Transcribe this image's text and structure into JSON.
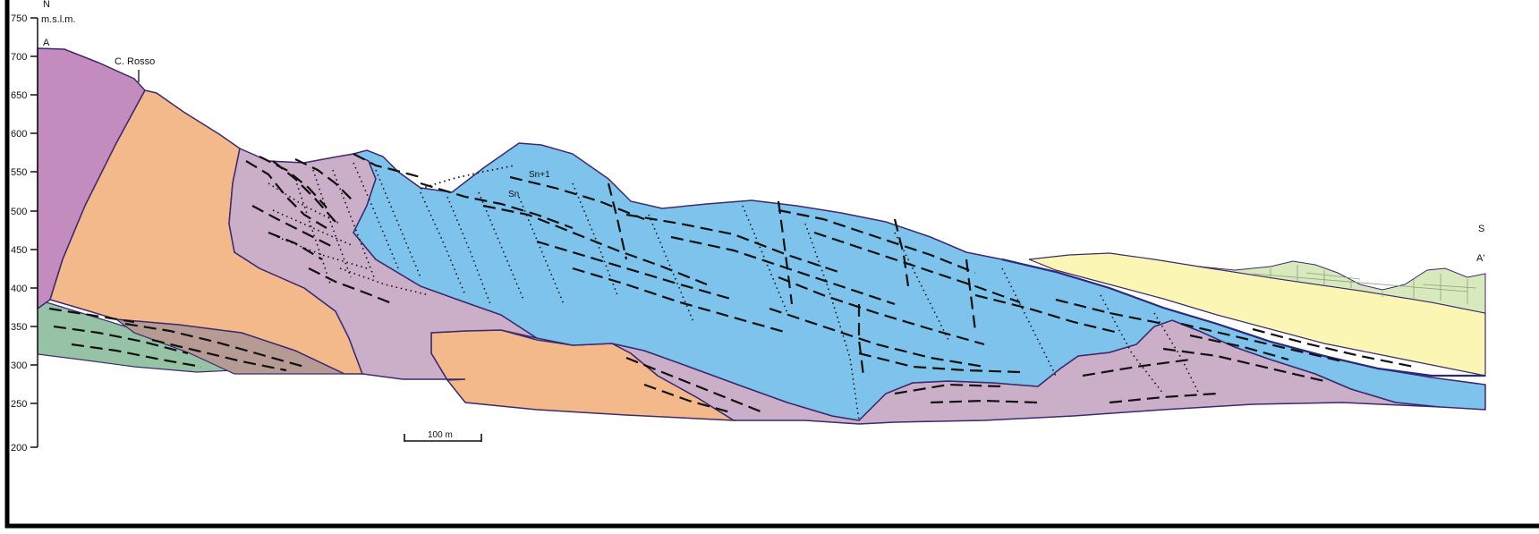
{
  "compass": {
    "north": "N",
    "south": "S"
  },
  "axis": {
    "unit": "m.s.l.m.",
    "ticks": [
      "750",
      "700",
      "650",
      "600",
      "550",
      "500",
      "450",
      "400",
      "350",
      "300",
      "250",
      "200"
    ]
  },
  "section": {
    "start": "A",
    "end": "A'"
  },
  "place_label": "C. Rosso",
  "foliation": {
    "sn1": "Sn+1",
    "sn": "Sn"
  },
  "scale_bar": {
    "label": "100 m",
    "value_m": 100
  },
  "colors": {
    "magenta": "#c48bbf",
    "orange": "#f4b98a",
    "mauve": "#cbaec7",
    "blue": "#7ec3ec",
    "green": "#96c2a6",
    "brown": "#b59b94",
    "yellow": "#fcf6b4",
    "lightgreen": "#d7e9bd",
    "boundary": "#3b2a6e"
  }
}
